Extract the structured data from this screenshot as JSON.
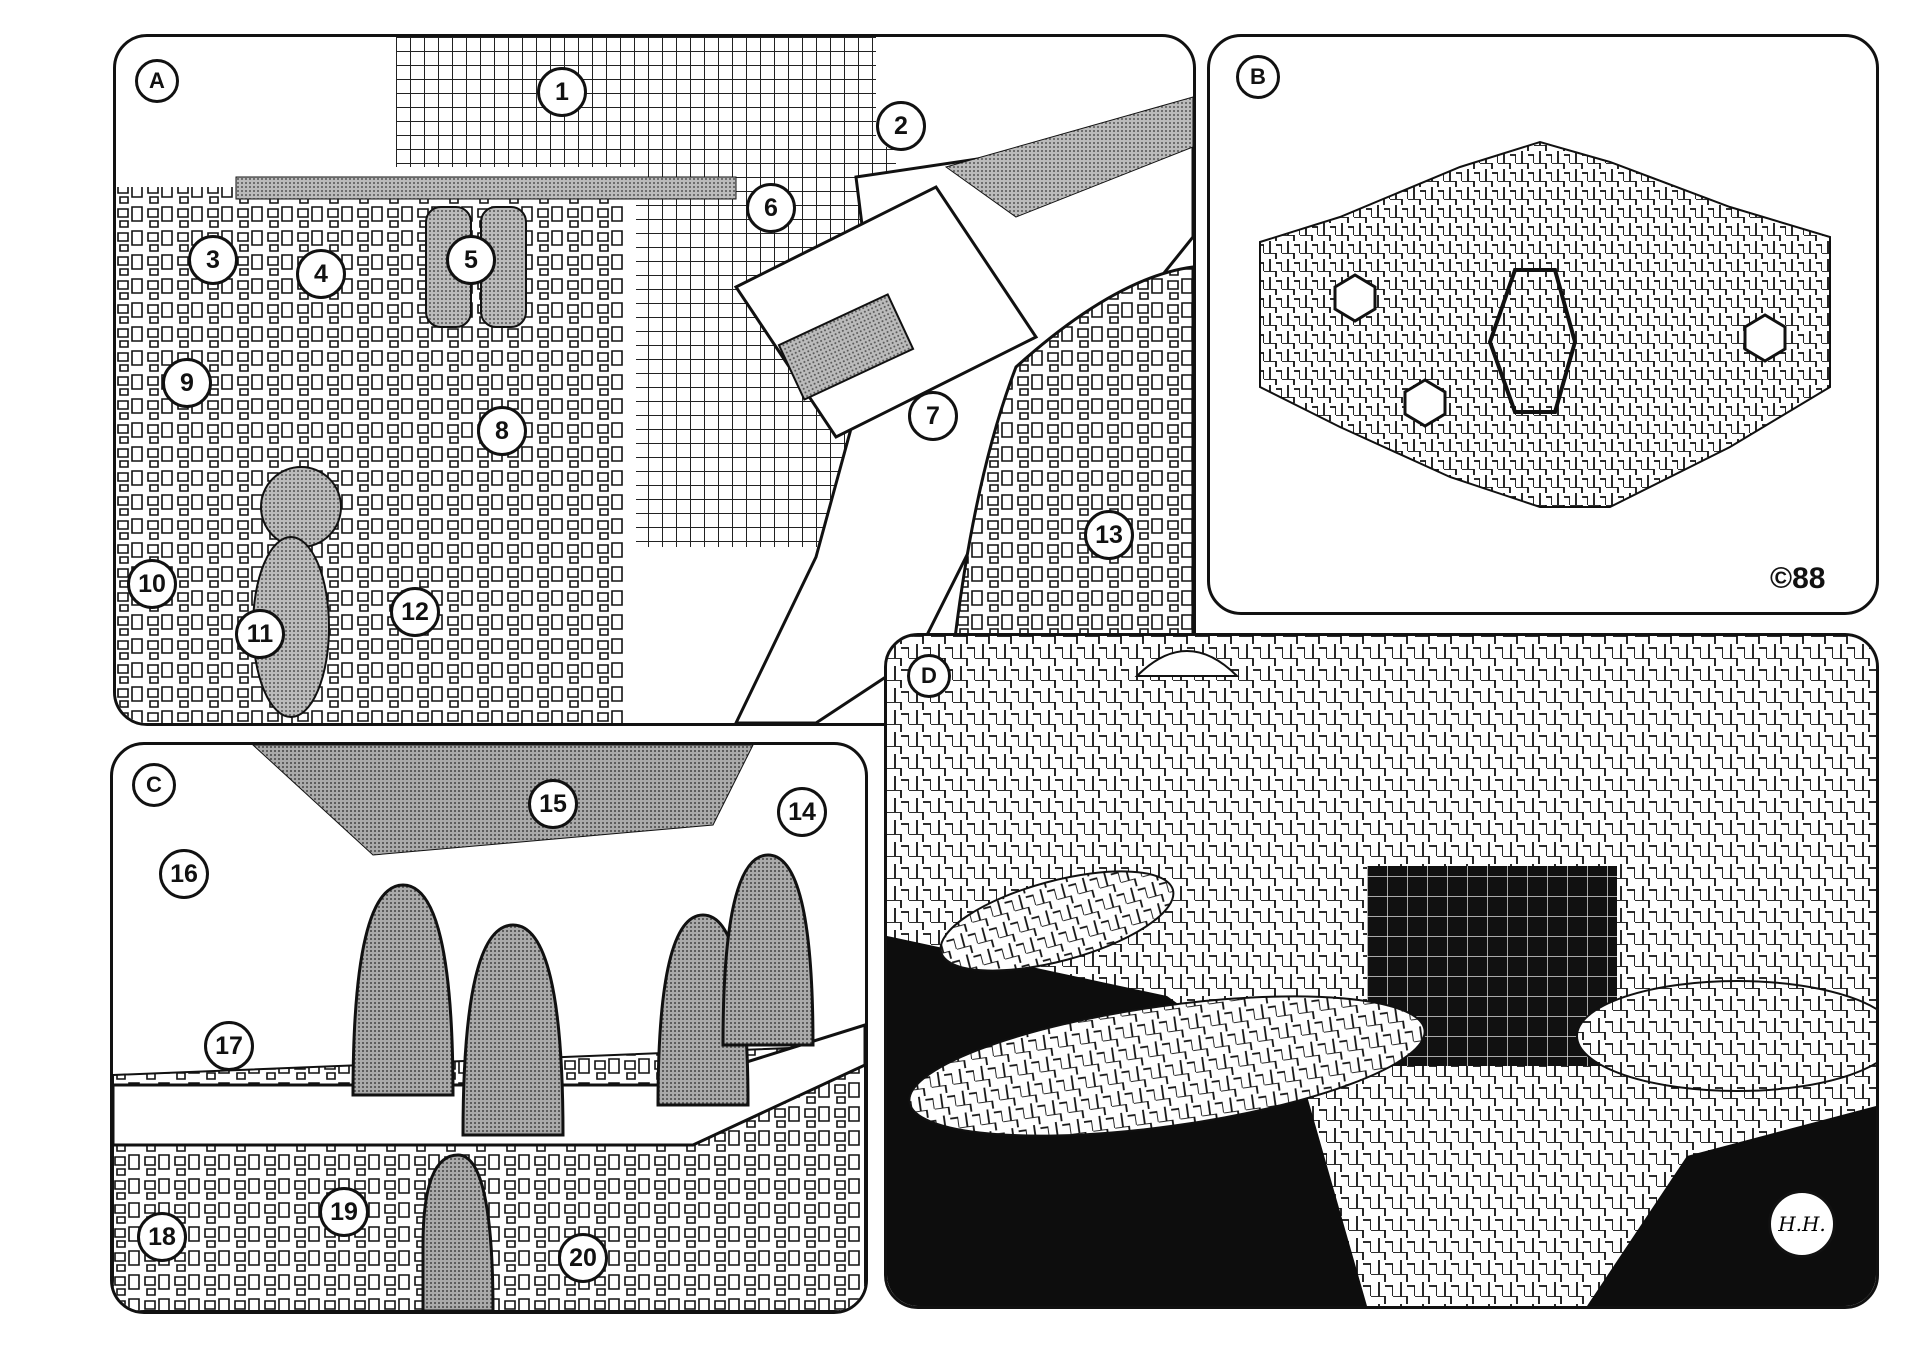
{
  "panels": {
    "a": {
      "letter": "A"
    },
    "b": {
      "letter": "B"
    },
    "c": {
      "letter": "C"
    },
    "d": {
      "letter": "D"
    }
  },
  "callouts": [
    "1",
    "2",
    "3",
    "4",
    "5",
    "6",
    "7",
    "8",
    "9",
    "10",
    "11",
    "12",
    "13",
    "14",
    "15",
    "16",
    "17",
    "18",
    "19",
    "20"
  ],
  "copyright": "©88",
  "signature": "H.H."
}
